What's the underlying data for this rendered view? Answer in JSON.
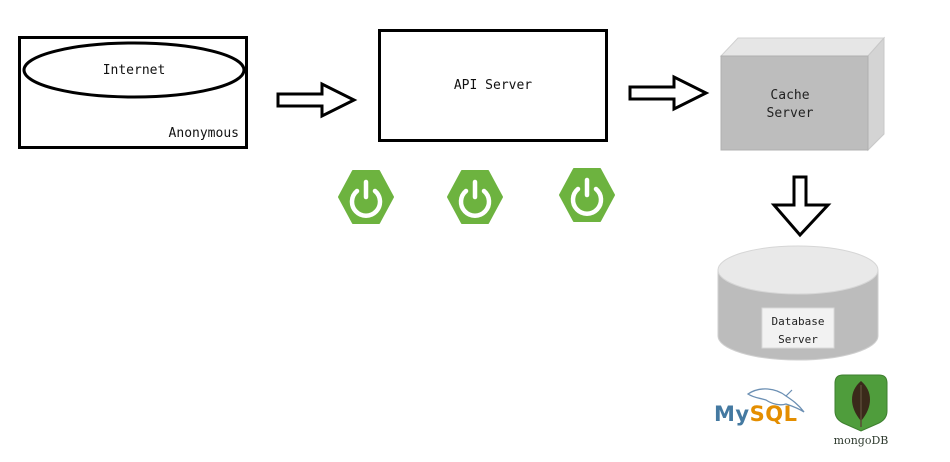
{
  "internet": {
    "label": "Internet",
    "sublabel": "Anonymous"
  },
  "api_server": {
    "label": "API Server"
  },
  "cache_server": {
    "line1": "Cache",
    "line2": "Server"
  },
  "database_server": {
    "line1": "Database",
    "line2": "Server"
  },
  "logos": {
    "spring_count": 3,
    "spring_color": "#6db33f",
    "mysql_text_my": "My",
    "mysql_text_sql": "SQL",
    "mongodb_text": "mongoDB",
    "mongodb_color": "#4f9d3c"
  }
}
